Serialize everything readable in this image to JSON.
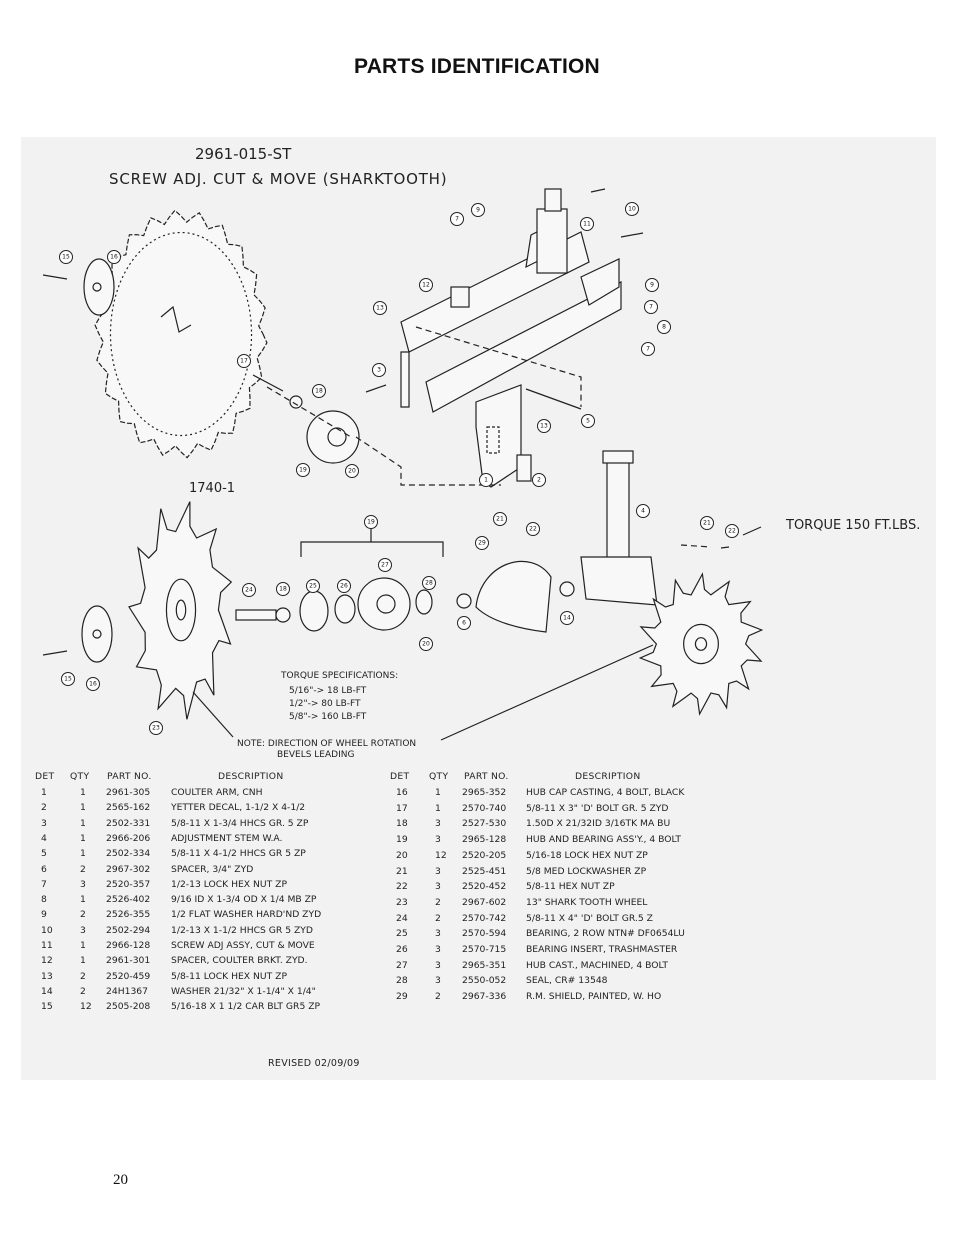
{
  "page": {
    "title": "PARTS IDENTIFICATION",
    "page_number": "20"
  },
  "drawing": {
    "title": "2961-015-ST",
    "subtitle": "SCREW ADJ. CUT & MOVE (SHARKTOOTH)",
    "assembly_label": "1740-1",
    "torque_callout": "TORQUE 150 FT.LBS.",
    "torque_specs": {
      "heading": "TORQUE SPECIFICATIONS:",
      "lines": [
        "5/16\"-> 18 LB-FT",
        "1/2\"-> 80 LB-FT",
        "5/8\"-> 160 LB-FT"
      ]
    },
    "note": {
      "line1": "NOTE: DIRECTION OF WHEEL ROTATION",
      "line2": "BEVELS LEADING"
    },
    "revised": "REVISED 02/09/09",
    "callouts": [
      "7",
      "9",
      "11",
      "10",
      "15",
      "16",
      "12",
      "9",
      "7",
      "13",
      "8",
      "7",
      "17",
      "18",
      "3",
      "5",
      "13",
      "19",
      "20",
      "2",
      "1",
      "4",
      "21",
      "22",
      "21",
      "22",
      "19",
      "24",
      "18",
      "25",
      "26",
      "27",
      "28",
      "6",
      "29",
      "14",
      "20",
      "15",
      "16",
      "23"
    ]
  },
  "parts_table": {
    "headers": {
      "det": "DET",
      "qty": "QTY",
      "part": "PART NO.",
      "desc": "DESCRIPTION"
    },
    "left": [
      {
        "det": "1",
        "qty": "1",
        "part": "2961-305",
        "desc": "COULTER ARM, CNH"
      },
      {
        "det": "2",
        "qty": "1",
        "part": "2565-162",
        "desc": "YETTER DECAL, 1-1/2 X 4-1/2"
      },
      {
        "det": "3",
        "qty": "1",
        "part": "2502-331",
        "desc": "5/8-11 X 1-3/4 HHCS GR. 5 ZP"
      },
      {
        "det": "4",
        "qty": "1",
        "part": "2966-206",
        "desc": "ADJUSTMENT STEM W.A."
      },
      {
        "det": "5",
        "qty": "1",
        "part": "2502-334",
        "desc": "5/8-11 X 4-1/2 HHCS GR 5 ZP"
      },
      {
        "det": "6",
        "qty": "2",
        "part": "2967-302",
        "desc": "SPACER, 3/4\" ZYD"
      },
      {
        "det": "7",
        "qty": "3",
        "part": "2520-357",
        "desc": "1/2-13 LOCK HEX NUT ZP"
      },
      {
        "det": "8",
        "qty": "1",
        "part": "2526-402",
        "desc": "9/16 ID X 1-3/4 OD X 1/4 MB ZP"
      },
      {
        "det": "9",
        "qty": "2",
        "part": "2526-355",
        "desc": "1/2 FLAT WASHER HARD'ND ZYD"
      },
      {
        "det": "10",
        "qty": "3",
        "part": "2502-294",
        "desc": "1/2-13 X 1-1/2 HHCS GR 5 ZYD"
      },
      {
        "det": "11",
        "qty": "1",
        "part": "2966-128",
        "desc": "SCREW ADJ ASSY, CUT & MOVE"
      },
      {
        "det": "12",
        "qty": "1",
        "part": "2961-301",
        "desc": "SPACER, COULTER BRKT. ZYD."
      },
      {
        "det": "13",
        "qty": "2",
        "part": "2520-459",
        "desc": "5/8-11 LOCK HEX NUT ZP"
      },
      {
        "det": "14",
        "qty": "2",
        "part": "24H1367",
        "desc": "WASHER 21/32\" X 1-1/4\" X 1/4\""
      },
      {
        "det": "15",
        "qty": "12",
        "part": "2505-208",
        "desc": "5/16-18 X 1 1/2 CAR BLT GR5 ZP"
      }
    ],
    "right": [
      {
        "det": "16",
        "qty": "1",
        "part": "2965-352",
        "desc": "HUB CAP CASTING, 4 BOLT, BLACK"
      },
      {
        "det": "17",
        "qty": "1",
        "part": "2570-740",
        "desc": "5/8-11 X 3\" 'D' BOLT GR. 5 ZYD"
      },
      {
        "det": "18",
        "qty": "3",
        "part": "2527-530",
        "desc": "1.50D X 21/32ID 3/16TK MA BU"
      },
      {
        "det": "19",
        "qty": "3",
        "part": "2965-128",
        "desc": "HUB AND BEARING ASS'Y., 4 BOLT"
      },
      {
        "det": "20",
        "qty": "12",
        "part": "2520-205",
        "desc": "5/16-18 LOCK HEX NUT ZP"
      },
      {
        "det": "21",
        "qty": "3",
        "part": "2525-451",
        "desc": "5/8 MED LOCKWASHER ZP"
      },
      {
        "det": "22",
        "qty": "3",
        "part": "2520-452",
        "desc": "5/8-11 HEX NUT ZP"
      },
      {
        "det": "23",
        "qty": "2",
        "part": "2967-602",
        "desc": "13\" SHARK TOOTH WHEEL"
      },
      {
        "det": "24",
        "qty": "2",
        "part": "2570-742",
        "desc": "5/8-11 X 4\" 'D' BOLT GR.5 Z"
      },
      {
        "det": "25",
        "qty": "3",
        "part": "2570-594",
        "desc": "BEARING, 2 ROW NTN# DF0654LU"
      },
      {
        "det": "26",
        "qty": "3",
        "part": "2570-715",
        "desc": "BEARING INSERT, TRASHMASTER"
      },
      {
        "det": "27",
        "qty": "3",
        "part": "2965-351",
        "desc": "HUB CAST., MACHINED, 4 BOLT"
      },
      {
        "det": "28",
        "qty": "3",
        "part": "2550-052",
        "desc": "SEAL, CR# 13548"
      },
      {
        "det": "29",
        "qty": "2",
        "part": "2967-336",
        "desc": "R.M. SHIELD, PAINTED, W. HO"
      }
    ]
  }
}
